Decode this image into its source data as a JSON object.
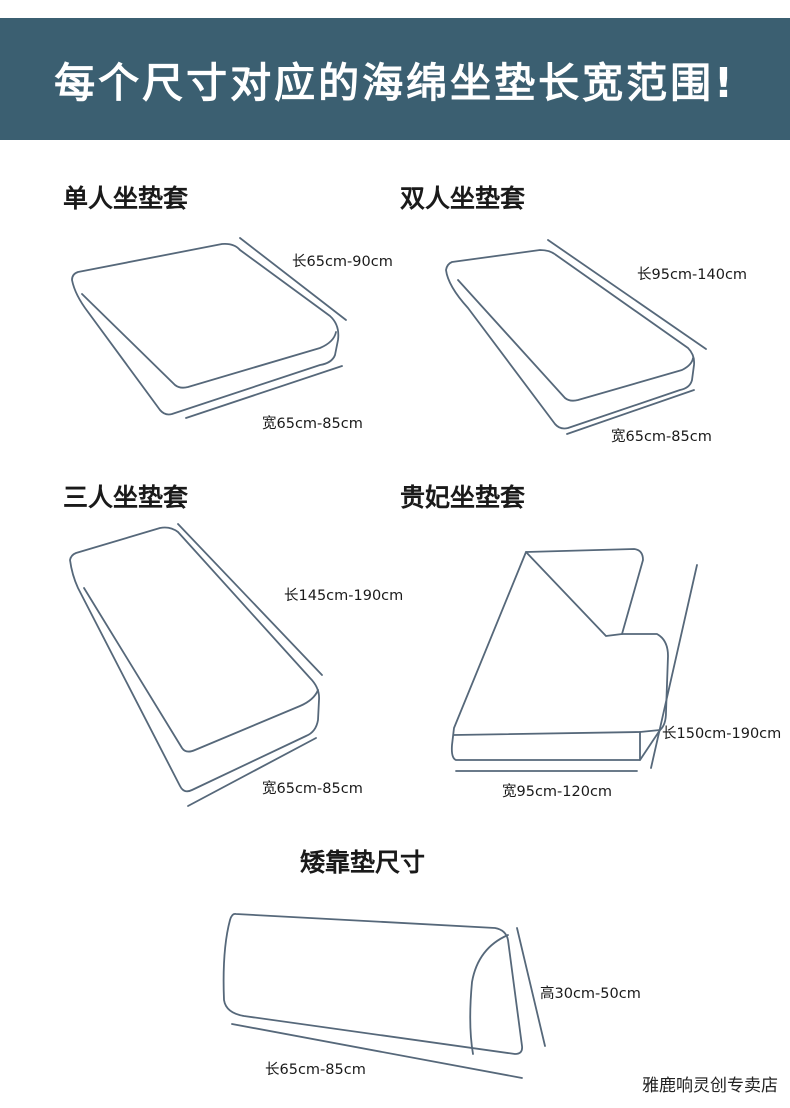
{
  "banner": {
    "title": "每个尺寸对应的海绵坐垫长宽范围!"
  },
  "sections": {
    "single": {
      "title": "单人坐垫套",
      "length": "长65cm-90cm",
      "width": "宽65cm-85cm"
    },
    "double": {
      "title": "双人坐垫套",
      "length": "长95cm-140cm",
      "width": "宽65cm-85cm"
    },
    "triple": {
      "title": "三人坐垫套",
      "length": "长145cm-190cm",
      "width": "宽65cm-85cm"
    },
    "chaise": {
      "title": "贵妃坐垫套",
      "length": "长150cm-190cm",
      "width": "宽95cm-120cm"
    },
    "backrest": {
      "title": "矮靠垫尺寸",
      "height": "高30cm-50cm",
      "length": "长65cm-85cm"
    }
  },
  "footer": {
    "shop": "雅鹿响灵创专卖店"
  },
  "colors": {
    "banner": "#3b5f71",
    "line": "#56687a"
  }
}
